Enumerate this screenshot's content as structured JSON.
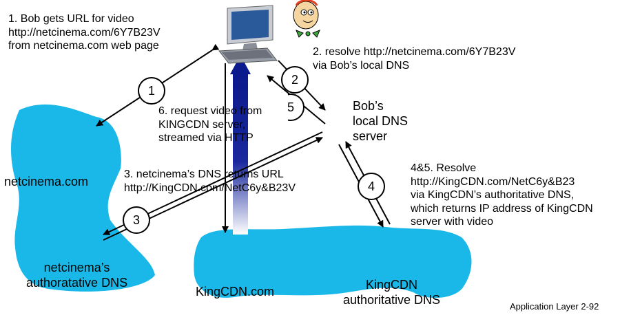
{
  "colors": {
    "cloud": "#1ab8e8",
    "server_body": "#5a5e68",
    "bar": "#0a1a8c"
  },
  "notes": {
    "step1": [
      "1. Bob gets URL for video",
      "http://netcinema.com/6Y7B23V",
      "from netcinema.com web page"
    ],
    "step2": [
      "2. resolve http://netcinema.com/6Y7B23V",
      "via Bob’s local DNS"
    ],
    "step3": [
      "3. netcinema’s DNS returns URL",
      "http://KingCDN.com/NetC6y&B23V"
    ],
    "step45": [
      "4&5. Resolve",
      "http://KingCDN.com/NetC6y&B23",
      "via KingCDN’s authoritative DNS,",
      "which returns IP address of KingCDN",
      "server  with video"
    ],
    "step6": [
      "6. request video from",
      "KINGCDN server,",
      "streamed via HTTP"
    ]
  },
  "nodes": {
    "local_dns": [
      "Bob’s",
      "local DNS",
      "server"
    ],
    "netcinema": "netcinema.com",
    "netcinema_dns": [
      "netcinema’s",
      "authoratative DNS"
    ],
    "kingcdn": "KingCDN.com",
    "kingcdn_dns": [
      "KingCDN",
      "authoritative DNS"
    ]
  },
  "step_numbers": [
    "1",
    "2",
    "3",
    "4",
    "5"
  ],
  "footer": "Application Layer 2-92"
}
